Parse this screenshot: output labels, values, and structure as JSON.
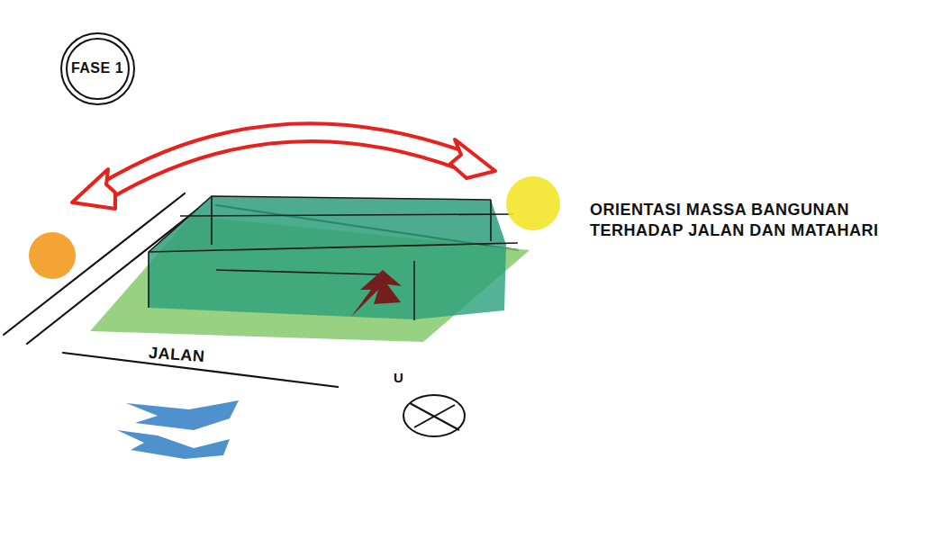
{
  "diagram": {
    "nodes": [
      {
        "text": [
          "FASE 1"
        ]
      }
    ],
    "labels": [
      "ORIENTASI MASSA BANGUNAN TERHADAP JALAN DAN MATAHARI",
      "JALAN",
      "U"
    ]
  }
}
